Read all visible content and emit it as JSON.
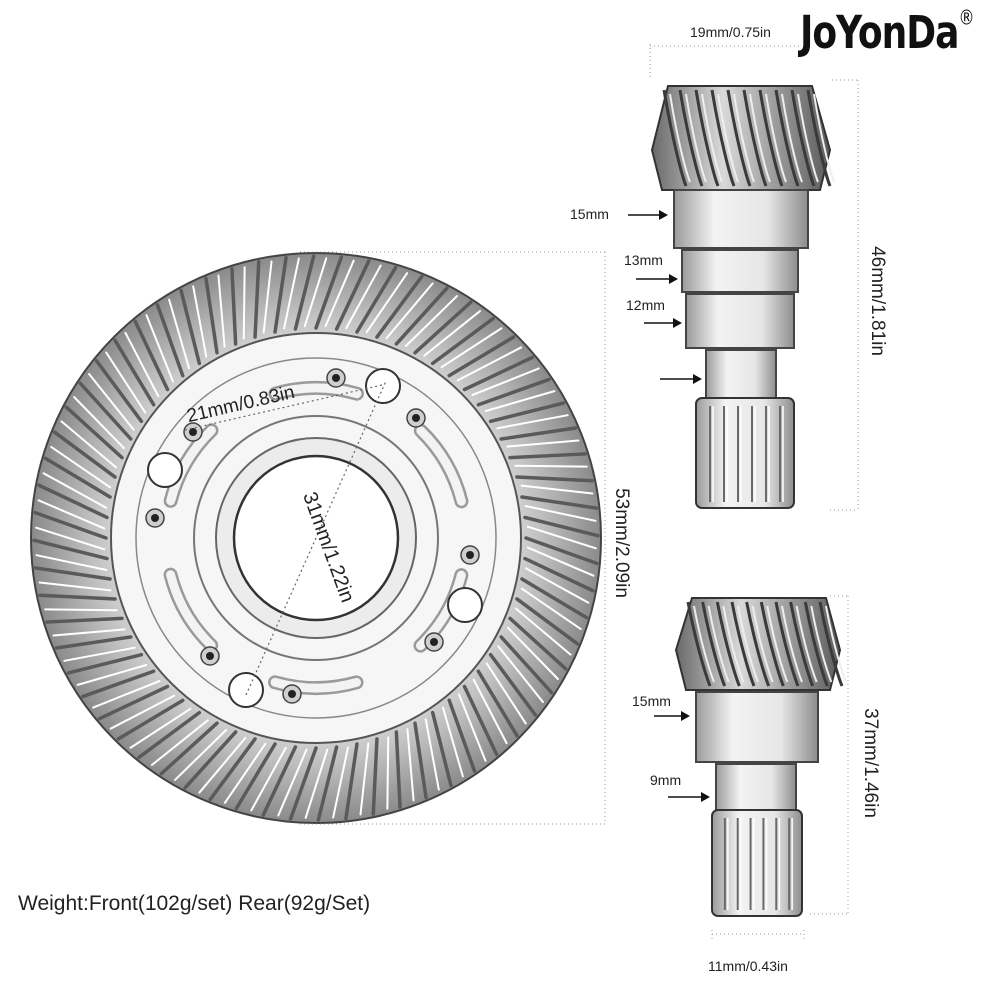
{
  "brand": {
    "name": "JoYonDa",
    "mark": "®"
  },
  "top_pinion": {
    "width_label": "19mm/0.75in",
    "length_label": "46mm/1.81in",
    "diameters": [
      "15mm",
      "13mm",
      "12mm"
    ]
  },
  "ring_gear": {
    "height_label": "53mm/2.09in",
    "inner_label": "31mm/1.22in",
    "bolt_circle_label": "21mm/0.83in"
  },
  "bottom_pinion": {
    "length_label": "37mm/1.46in",
    "diameters": [
      "15mm",
      "9mm"
    ],
    "width_label": "11mm/0.43in"
  },
  "weight_text": "Weight:Front(102g/set) Rear(92g/Set)",
  "colors": {
    "line": "#222222",
    "dim": "#777777",
    "metal_light": "#f2f2f2",
    "metal_dark": "#555555"
  }
}
